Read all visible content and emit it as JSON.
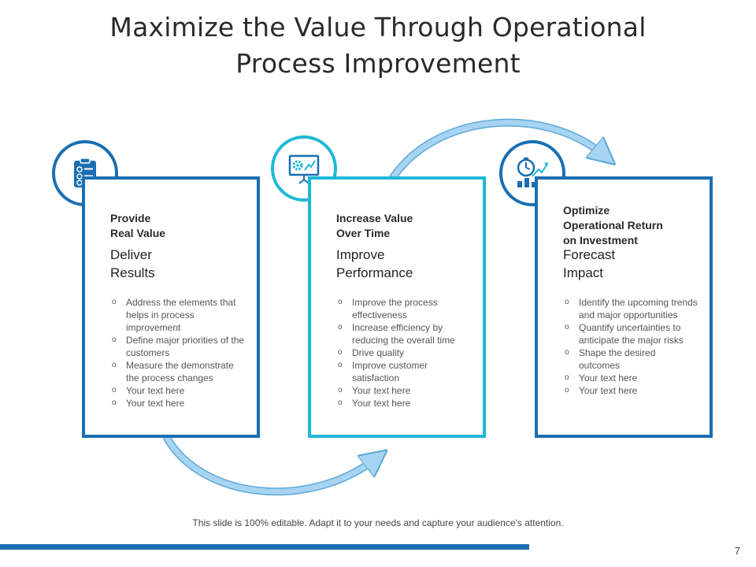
{
  "slide": {
    "title_line1": "Maximize the Value Through Operational",
    "title_line2": "Process Improvement",
    "footer_note": "This slide is 100% editable. Adapt it to your needs and capture your audience's attention.",
    "page_number": "7"
  },
  "colors": {
    "primary_blue": "#1a6fb3",
    "accent_cyan": "#1fb8d6",
    "arrow_light_blue": "#a7d4f2"
  },
  "cards": [
    {
      "icon": "clipboard-checklist-icon",
      "heading": "Provide\nReal Value",
      "subtitle": "Deliver\nResults",
      "bullets": [
        "Address the elements that helps in process improvement",
        "Define major priorities of the customers",
        "Measure the demonstrate the process changes",
        "Your text here",
        "Your text here"
      ]
    },
    {
      "icon": "presentation-growth-icon",
      "heading": "Increase Value\nOver Time",
      "subtitle": "Improve\nPerformance",
      "bullets": [
        "Improve  the process effectiveness",
        "Increase efficiency by reducing the overall  time",
        "Drive  quality",
        "Improve  customer satisfaction",
        "Your text here",
        "Your text here"
      ]
    },
    {
      "icon": "stopwatch-chart-icon",
      "heading": "Optimize\nOperational Return\non Investment",
      "subtitle": "Forecast\nImpact",
      "bullets": [
        "Identify the upcoming trends and major opportunities",
        "Quantify uncertainties to anticipate the major risks",
        "Shape the desired outcomes",
        "Your text here",
        "Your text here"
      ]
    }
  ]
}
